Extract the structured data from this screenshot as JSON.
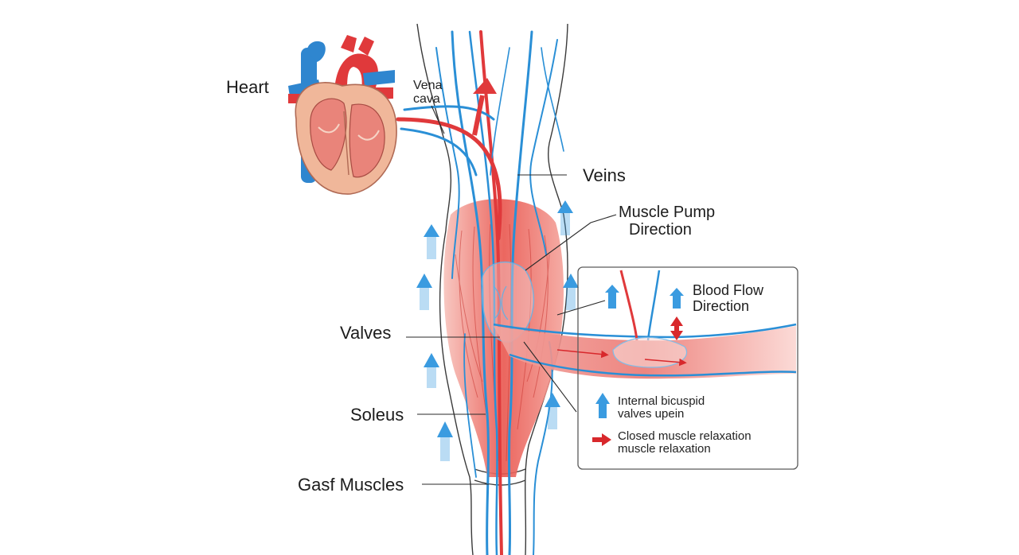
{
  "labels": {
    "heart": "Heart",
    "vena_cava": [
      "Vena",
      "cava"
    ],
    "veins": "Veins",
    "muscle_pump": [
      "Muscle Pump",
      "Direction"
    ],
    "valves": "Valves",
    "soleus": "Soleus",
    "calf_muscles": "Gasf Muscles"
  },
  "inset": {
    "title": [
      "Blood Flow",
      "Direction"
    ],
    "legend": [
      {
        "symbol": "blue-up-arrow",
        "lines": [
          "Internal bicuspid",
          "valves upein"
        ]
      },
      {
        "symbol": "red-right-arrow",
        "lines": [
          "Closed muscle relaxation",
          "muscle relaxation"
        ]
      }
    ]
  },
  "colors": {
    "vein_blue": "#2a8fd6",
    "artery_red": "#e0393b",
    "muscle_red": "#ec6a63",
    "flow_arrow_blue": "#3a9be0",
    "heart_flesh": "#f0b79a"
  }
}
